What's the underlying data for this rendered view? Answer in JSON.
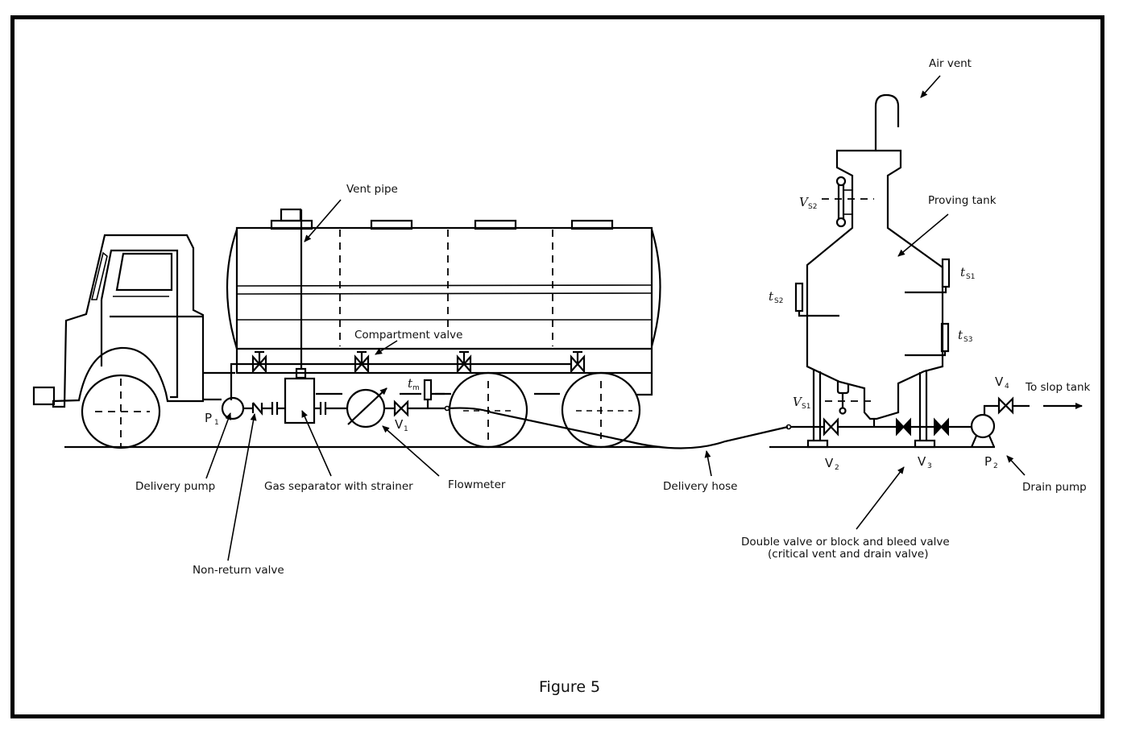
{
  "figure": {
    "caption": "Figure 5",
    "border_color": "#000000",
    "background": "#ffffff"
  },
  "labels": {
    "air_vent": "Air vent",
    "proving_tank": "Proving tank",
    "vent_pipe": "Vent pipe",
    "compartment_valve": "Compartment valve",
    "delivery_pump": "Delivery pump",
    "non_return_valve": "Non-return valve",
    "gas_separator": "Gas separator with strainer",
    "flowmeter": "Flowmeter",
    "delivery_hose": "Delivery hose",
    "double_valve_line1": "Double valve or block and bleed valve",
    "double_valve_line2": "(critical vent and drain valve)",
    "drain_pump": "Drain pump",
    "to_slop_tank": "To slop tank"
  },
  "symbols": {
    "p1": {
      "main": "P",
      "sub": "1"
    },
    "p2": {
      "main": "P",
      "sub": "2"
    },
    "v1": {
      "main": "V",
      "sub": "1"
    },
    "v2": {
      "main": "V",
      "sub": "2"
    },
    "v3": {
      "main": "V",
      "sub": "3"
    },
    "v4": {
      "main": "V",
      "sub": "4"
    },
    "vs1": {
      "main": "V",
      "sub": "S1"
    },
    "vs2": {
      "main": "V",
      "sub": "S2"
    },
    "ts1": {
      "main": "t",
      "sub": "S1"
    },
    "ts2": {
      "main": "t",
      "sub": "S2"
    },
    "ts3": {
      "main": "t",
      "sub": "S3"
    },
    "tm": {
      "main": "t",
      "sub": "m"
    }
  }
}
